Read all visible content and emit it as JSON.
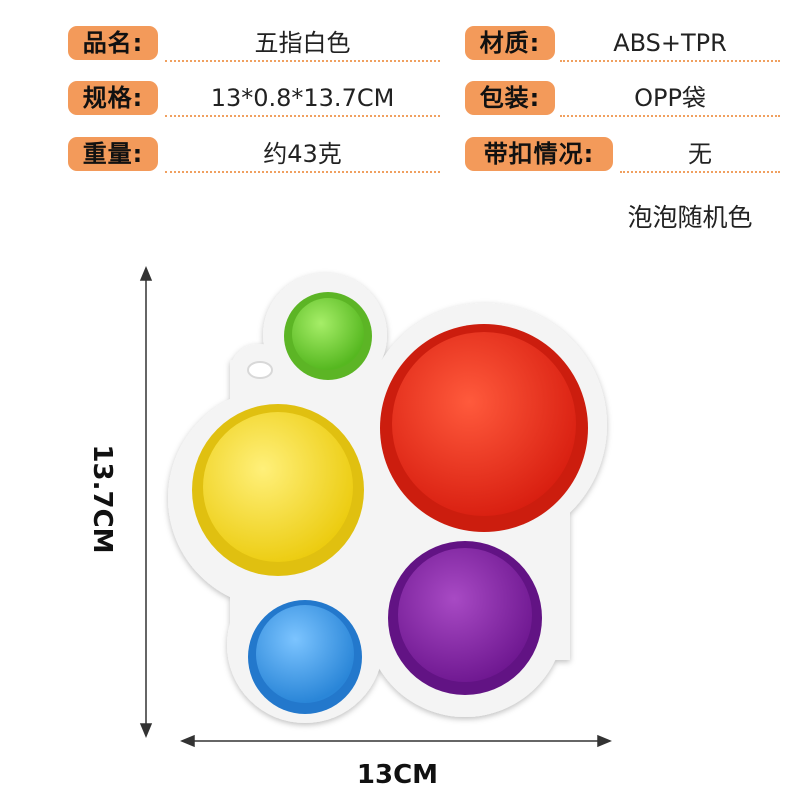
{
  "specs": [
    {
      "label": "品名:",
      "value": "五指白色"
    },
    {
      "label": "材质:",
      "value": "ABS+TPR"
    },
    {
      "label": "规格:",
      "value": "13*0.8*13.7CM"
    },
    {
      "label": "包装:",
      "value": "OPP袋"
    },
    {
      "label": "重量:",
      "value": "约43克"
    },
    {
      "label": "带扣情况:",
      "value": "无"
    }
  ],
  "note": "泡泡随机色",
  "dimensions": {
    "height": "13.7CM",
    "width": "13CM"
  },
  "colors": {
    "label_bg": "#f39a5a",
    "bubble_green": "#72d23a",
    "bubble_red": "#e8321e",
    "bubble_yellow": "#f5dc2a",
    "bubble_blue": "#3f9de6",
    "bubble_purple": "#8a2aa6"
  }
}
